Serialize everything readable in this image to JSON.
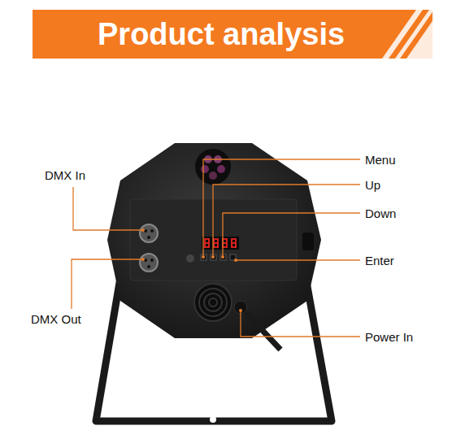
{
  "diagram": {
    "title": "Product analysis",
    "labels": [
      "DMX In",
      "DMX Out",
      "Menu",
      "Up",
      "Down",
      "Enter",
      "Power In"
    ]
  }
}
